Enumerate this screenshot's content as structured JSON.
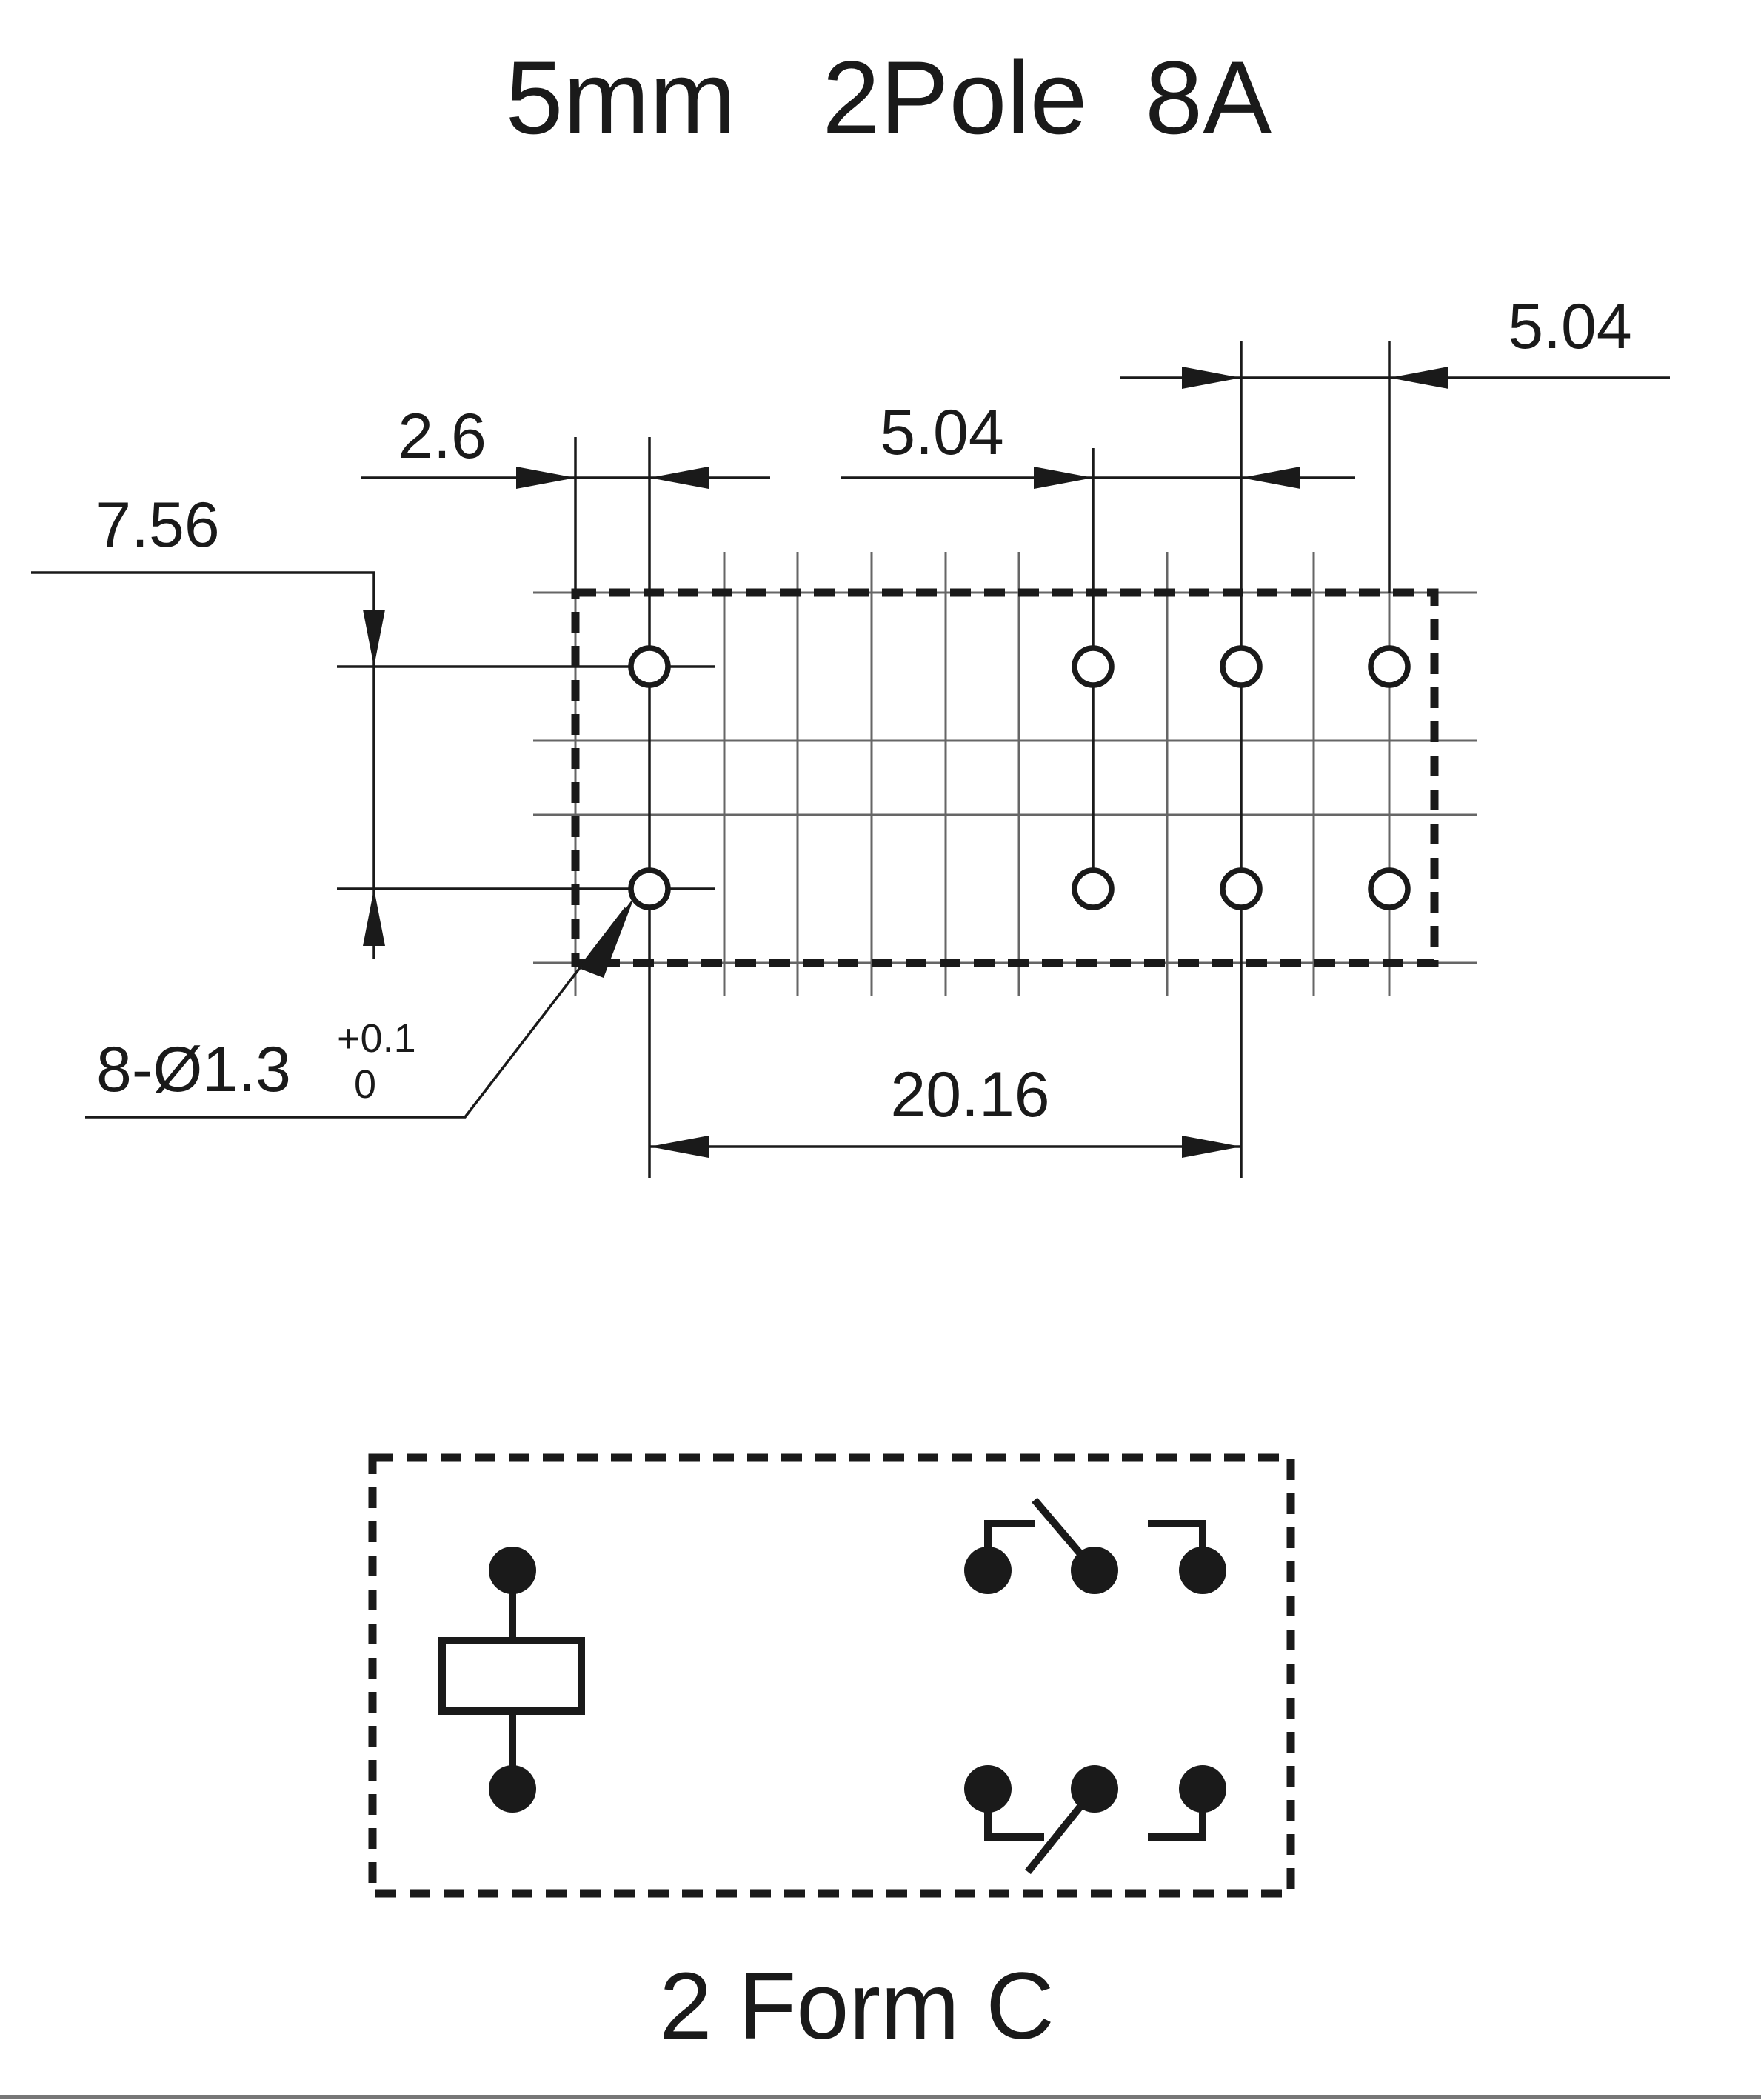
{
  "title": "5mm   2Pole  8A",
  "dimensions": {
    "pin_offset": "2.6",
    "pitch_a": "5.04",
    "pitch_b": "5.04",
    "row_spacing": "7.56",
    "span": "20.16",
    "hole_note": "8-Ø1.3",
    "tol_upper": "+0.1",
    "tol_lower": "0"
  },
  "schematic": {
    "caption": "2 Form C"
  }
}
